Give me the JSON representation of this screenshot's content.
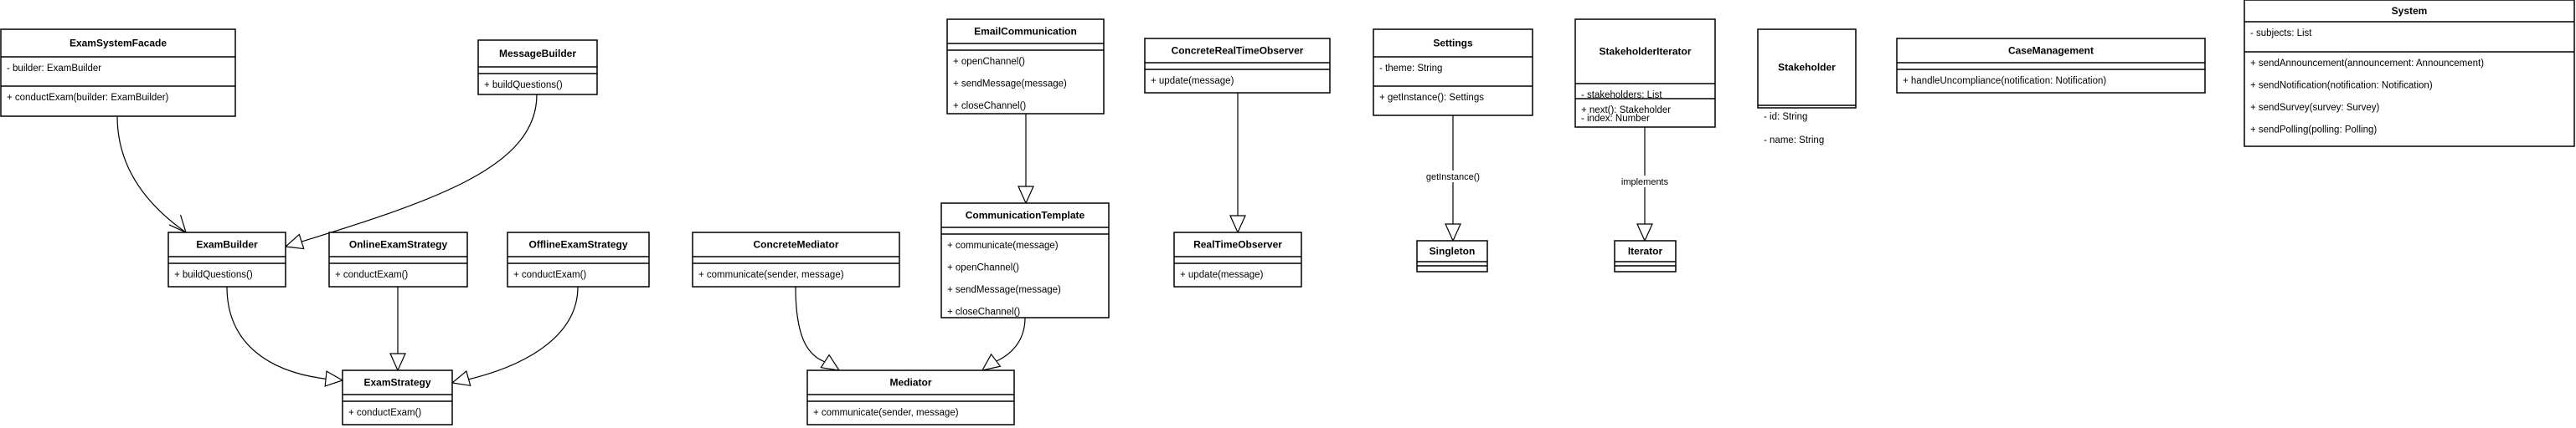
{
  "classes": [
    {
      "id": "exam-system-facade",
      "name": "ExamSystemFacade",
      "attributes": [
        "- builder: ExamBuilder"
      ],
      "methods": [
        "+ conductExam(builder: ExamBuilder)"
      ]
    },
    {
      "id": "message-builder",
      "name": "MessageBuilder",
      "attributes": [],
      "methods": [
        "+ buildQuestions()"
      ]
    },
    {
      "id": "exam-builder",
      "name": "ExamBuilder",
      "attributes": [],
      "methods": [
        "+ buildQuestions()"
      ]
    },
    {
      "id": "online-exam-strategy",
      "name": "OnlineExamStrategy",
      "attributes": [],
      "methods": [
        "+ conductExam()"
      ]
    },
    {
      "id": "offline-exam-strategy",
      "name": "OfflineExamStrategy",
      "attributes": [],
      "methods": [
        "+ conductExam()"
      ]
    },
    {
      "id": "exam-strategy",
      "name": "ExamStrategy",
      "attributes": [],
      "methods": [
        "+ conductExam()"
      ]
    },
    {
      "id": "concrete-mediator",
      "name": "ConcreteMediator",
      "attributes": [],
      "methods": [
        "+ communicate(sender, message)"
      ]
    },
    {
      "id": "mediator",
      "name": "Mediator",
      "attributes": [],
      "methods": [
        "+ communicate(sender, message)"
      ]
    },
    {
      "id": "email-communication",
      "name": "EmailCommunication",
      "attributes": [],
      "methods": [
        "+ openChannel()",
        "+ sendMessage(message)",
        "+ closeChannel()"
      ]
    },
    {
      "id": "communication-template",
      "name": "CommunicationTemplate",
      "attributes": [],
      "methods": [
        "+ communicate(message)",
        "+ openChannel()",
        "+ sendMessage(message)",
        "+ closeChannel()"
      ]
    },
    {
      "id": "concrete-realtime-observer",
      "name": "ConcreteRealTimeObserver",
      "attributes": [],
      "methods": [
        "+ update(message)"
      ]
    },
    {
      "id": "realtime-observer",
      "name": "RealTimeObserver",
      "attributes": [],
      "methods": [
        "+ update(message)"
      ]
    },
    {
      "id": "settings",
      "name": "Settings",
      "attributes": [
        "- theme: String"
      ],
      "methods": [
        "+ getInstance(): Settings"
      ]
    },
    {
      "id": "singleton",
      "name": "Singleton",
      "attributes": [],
      "methods": []
    },
    {
      "id": "stakeholder-iterator",
      "name": "StakeholderIterator",
      "attributes": [
        "- stakeholders: List",
        "- index: Number"
      ],
      "methods": [
        "+ next(): Stakeholder"
      ]
    },
    {
      "id": "iterator",
      "name": "Iterator",
      "attributes": [],
      "methods": []
    },
    {
      "id": "stakeholder",
      "name": "Stakeholder",
      "attributes": [
        "- id: String",
        "- name: String"
      ],
      "methods": []
    },
    {
      "id": "case-management",
      "name": "CaseManagement",
      "attributes": [],
      "methods": [
        "+ handleUncompliance(notification: Notification)"
      ]
    },
    {
      "id": "system",
      "name": "System",
      "attributes": [
        "- subjects: List"
      ],
      "methods": [
        "+ sendAnnouncement(announcement: Announcement)",
        "+ sendNotification(notification: Notification)",
        "+ sendSurvey(survey: Survey)",
        "+ sendPolling(polling: Polling)"
      ]
    }
  ],
  "edges": [
    {
      "from": "exam-system-facade",
      "to": "exam-builder",
      "type": "association",
      "label": ""
    },
    {
      "from": "message-builder",
      "to": "exam-builder",
      "type": "inheritance",
      "label": ""
    },
    {
      "from": "exam-builder",
      "to": "exam-strategy",
      "type": "inheritance",
      "label": ""
    },
    {
      "from": "online-exam-strategy",
      "to": "exam-strategy",
      "type": "inheritance",
      "label": ""
    },
    {
      "from": "offline-exam-strategy",
      "to": "exam-strategy",
      "type": "inheritance",
      "label": ""
    },
    {
      "from": "concrete-mediator",
      "to": "mediator",
      "type": "inheritance",
      "label": ""
    },
    {
      "from": "communication-template",
      "to": "mediator",
      "type": "inheritance",
      "label": ""
    },
    {
      "from": "email-communication",
      "to": "communication-template",
      "type": "inheritance",
      "label": ""
    },
    {
      "from": "concrete-realtime-observer",
      "to": "realtime-observer",
      "type": "inheritance",
      "label": ""
    },
    {
      "from": "settings",
      "to": "singleton",
      "type": "inheritance",
      "label": "getInstance()"
    },
    {
      "from": "stakeholder-iterator",
      "to": "iterator",
      "type": "inheritance",
      "label": "implements"
    }
  ]
}
